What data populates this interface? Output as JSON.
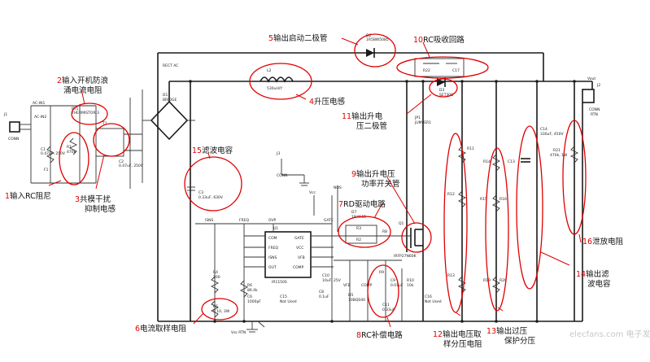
{
  "annotations": [
    {
      "num": "1",
      "text": "输入RC阻尼"
    },
    {
      "num": "2",
      "text": "输入开机防浪"
    },
    {
      "num": "",
      "text": "涌电流电阻"
    },
    {
      "num": "3",
      "text": "共模干扰"
    },
    {
      "num": "",
      "text": "抑制电感"
    },
    {
      "num": "4",
      "text": "升压电感"
    },
    {
      "num": "5",
      "text": "输出启动二极管"
    },
    {
      "num": "6",
      "text": "电流取样电阻"
    },
    {
      "num": "7",
      "text": "RD驱动电路"
    },
    {
      "num": "8",
      "text": "RC补偿电路"
    },
    {
      "num": "9",
      "text": "输出升电压"
    },
    {
      "num": "",
      "text": "功率开关管"
    },
    {
      "num": "10",
      "text": "RC吸收回路"
    },
    {
      "num": "11",
      "text": "输出升电"
    },
    {
      "num": "",
      "text": "压二极管"
    },
    {
      "num": "12",
      "text": "输出电压取"
    },
    {
      "num": "",
      "text": "样分压电阻"
    },
    {
      "num": "13",
      "text": "输出过压"
    },
    {
      "num": "",
      "text": "保护分压"
    },
    {
      "num": "14",
      "text": "输出滤"
    },
    {
      "num": "",
      "text": "波电容"
    },
    {
      "num": "15",
      "text": "滤波电容"
    },
    {
      "num": "16",
      "text": "泄放电阻"
    }
  ],
  "labels": {
    "j1": "J1",
    "conn1": "CONN",
    "acin1": "AC-IN1",
    "acin2": "AC-IN2",
    "rt1": "RT1",
    "thermistor": "THERMISTOR 3",
    "c1": "C1",
    "c1v": "0.47uF, 250V",
    "r1": "R1",
    "r1v": "470k",
    "f1": "F1",
    "t1": "T1",
    "c2": "C2",
    "c2v": "0.47uF, 250V",
    "d1": "D1",
    "bridge": "BRIDGE",
    "rectac": "RECT AC",
    "l2": "L2",
    "l2v": "530uH/Y",
    "d2": "D2",
    "d2v": "1R5BW5085",
    "r22": "R22",
    "c17": "C17",
    "d3": "D3",
    "d3v": "SET308",
    "jp1": "JP1",
    "jumper": "JUMPER1",
    "j3": "J3",
    "conn3": "CONN",
    "c3": "C3",
    "c3v": "0.33uF, 630V",
    "vcc": "Vcc",
    "nmos": "NOS",
    "isns": "ISNS",
    "freq": "FREQ",
    "ovp": "OVP",
    "gate": "GATE",
    "u1": "U1",
    "com": "COM",
    "gate2": "GATE",
    "freq2": "FREQ",
    "vcc2": "VCC",
    "isns2": "ISNS",
    "vfb": "VFB",
    "out": "OUT",
    "comp": "COMP",
    "chip": "IR1150S",
    "r4": "R4",
    "r4v": "100",
    "r6": "R6",
    "r6v": "86.4k",
    "c6": "C6",
    "c6v": "1000pF",
    "r5": "R5",
    "r5v": "0.10, 3W",
    "c15": "C15",
    "c15v": "Not Used",
    "d7": "D7",
    "d7v": "1N4148",
    "r3": "R3",
    "r2": "R2",
    "r8": "R8",
    "q1": "Q1",
    "q1v": "IRFP27N60K",
    "c10": "C10",
    "c10v": "10uF, 25V",
    "c8": "C8",
    "c8v": "0.1uF",
    "vfb2": "VFB",
    "comp2": "COMP",
    "d5": "D5",
    "d5v": "10BQ040",
    "r9": "R9",
    "c9": "C9",
    "c9v": "0.01uF",
    "c11": "C11",
    "c11v": "0.33uF",
    "r10": "R10",
    "r10v": "10k",
    "c16": "C16",
    "c16v": "Not Used",
    "r11": "R11",
    "r12": "R12",
    "r13": "R13",
    "r14": "R14",
    "r15": "R15",
    "r16": "R16",
    "r19": "R19",
    "r20": "R20",
    "c13": "C13",
    "c14": "C14",
    "c14v": "330uF, 450V",
    "r21": "R21",
    "r21v": "470k, 1W",
    "vout": "Vout",
    "j2": "J2",
    "conn2": "CONN",
    "rtn": "RTN",
    "vssrtn": "Vss RTN"
  },
  "watermark": "elecfans.com 电子发烧友"
}
